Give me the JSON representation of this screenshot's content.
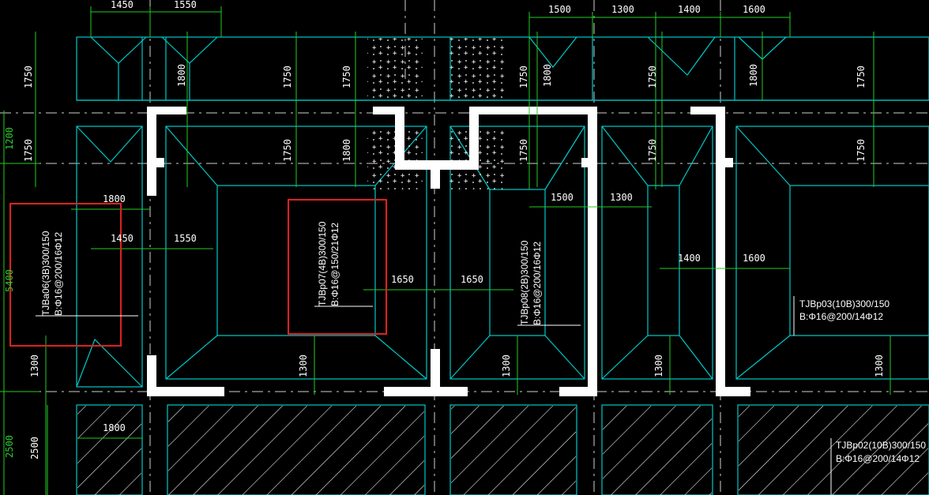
{
  "colors": {
    "background": "#000000",
    "foundation_outline": "#00c8c8",
    "dimension_line": "#22cc22",
    "wall": "#ffffff",
    "axis_line": "#d0d0d0",
    "selection_box": "#e02020"
  },
  "dimensions": {
    "top_left_1": "1450",
    "top_left_2": "1550",
    "top_right_1": "1500",
    "top_right_2": "1300",
    "top_right_3": "1400",
    "top_right_4": "1600",
    "v1750_a": "1750",
    "v1800_a": "1800",
    "v1750_b": "1750",
    "v1750_c": "1750",
    "v1750_d": "1750",
    "v1800_b": "1800",
    "v1750_e": "1750",
    "v1800_c": "1800",
    "v1750_f": "1750",
    "v1750_g": "1750",
    "v1750_h": "1750",
    "v1800_d": "1800",
    "v1750_i": "1750",
    "v1750_j": "1750",
    "v1750_k": "1750",
    "left_1800": "1800",
    "left_1450": "1450",
    "left_1550": "1550",
    "mid_1650_a": "1650",
    "mid_1650_b": "1650",
    "right_1500": "1500",
    "right_1300": "1300",
    "right_1400": "1400",
    "right_1600": "1600",
    "v1300_a": "1300",
    "v1300_b": "1300",
    "v1300_c": "1300",
    "v1300_d": "1300",
    "v1300_e": "1300",
    "bottom_1800": "1800",
    "v2500": "2500",
    "axis_1200": "1200",
    "axis_5400": "5400",
    "axis_2500": "2500"
  },
  "labels": {
    "tjb06_line1": "TJBa06(3B)300/150",
    "tjb06_line2": "B:Φ16@200/16Φ12",
    "tjb07_line1": "TJBp07(4B)300/150",
    "tjb07_line2": "B:Φ16@150/21Φ12",
    "tjb08_line1": "TJBp08(2B)300/150",
    "tjb08_line2": "B:Φ16@200/16Φ12",
    "tjb03_line1": "TJBp03(10B)300/150",
    "tjb03_line2": "B:Φ16@200/14Φ12",
    "tjb02_line1": "TJBp02(10B)300/150",
    "tjb02_line2": "B:Φ16@200/14Φ12"
  }
}
